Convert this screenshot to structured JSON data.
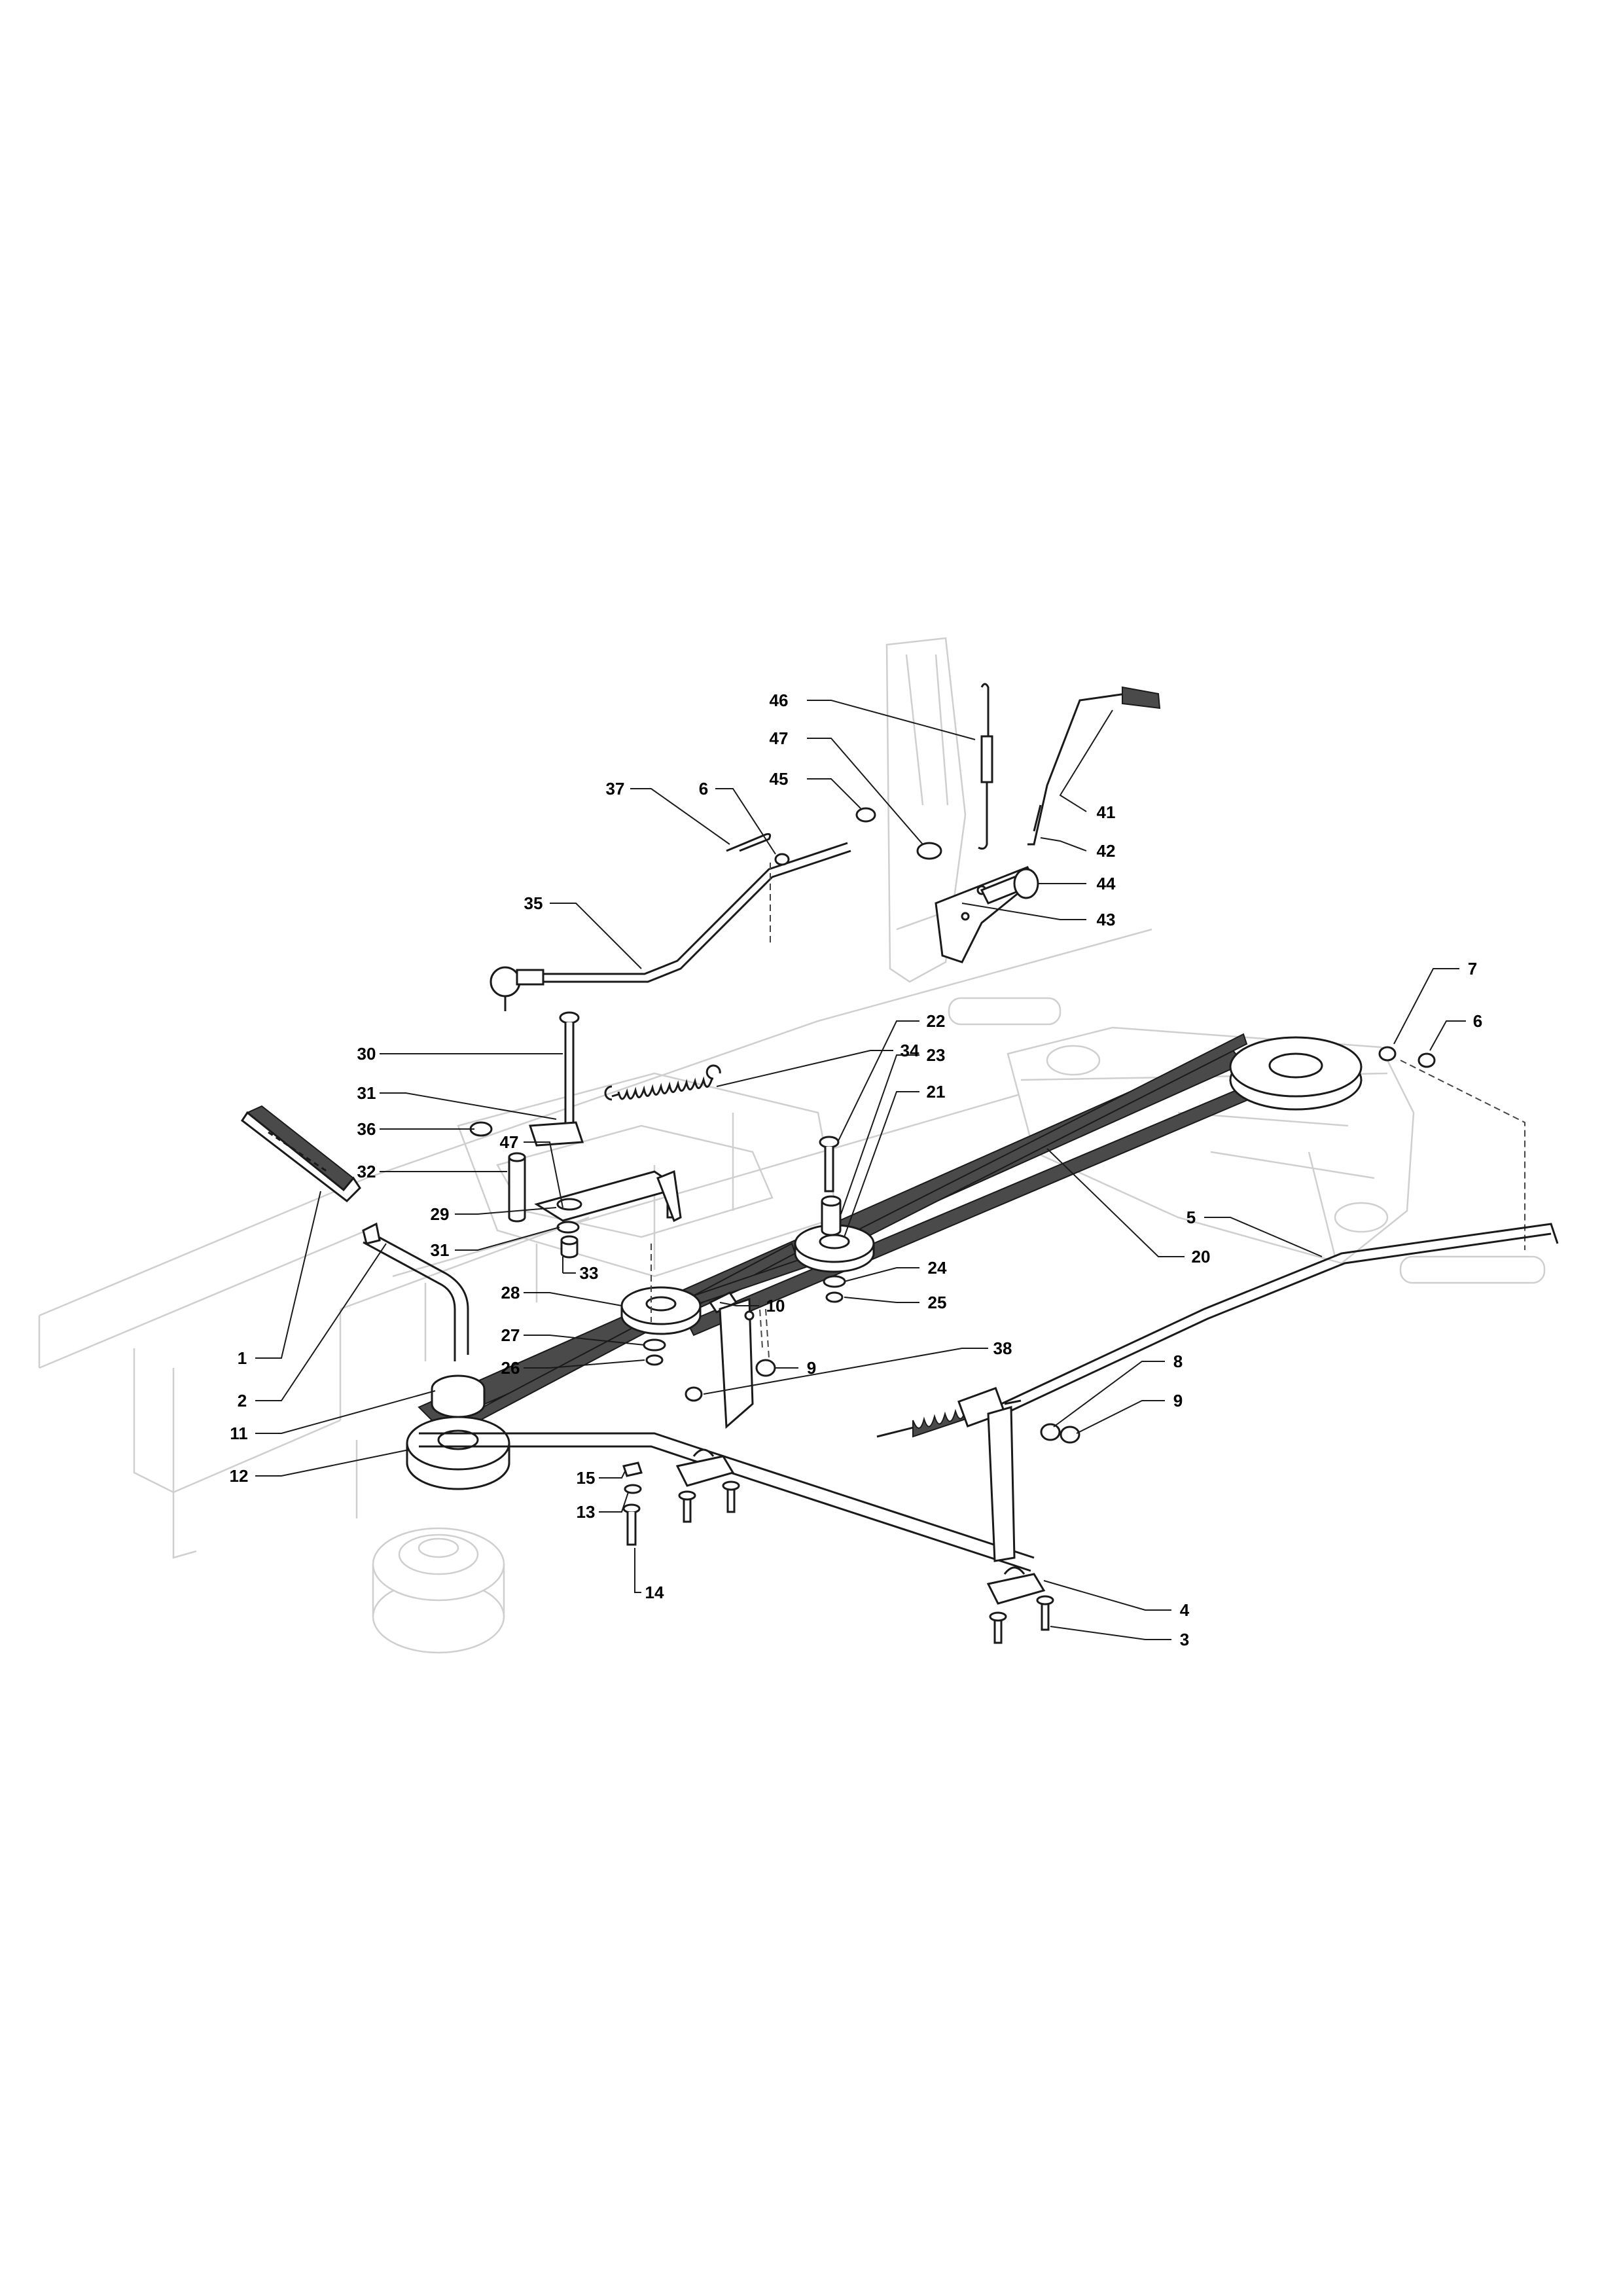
{
  "callouts": [
    {
      "id": "46"
    },
    {
      "id": "47"
    },
    {
      "id": "45"
    },
    {
      "id": "37"
    },
    {
      "id": "6"
    },
    {
      "id": "41"
    },
    {
      "id": "42"
    },
    {
      "id": "44"
    },
    {
      "id": "43"
    },
    {
      "id": "35"
    },
    {
      "id": "7"
    },
    {
      "id": "6"
    },
    {
      "id": "30"
    },
    {
      "id": "34"
    },
    {
      "id": "22"
    },
    {
      "id": "23"
    },
    {
      "id": "31"
    },
    {
      "id": "21"
    },
    {
      "id": "36"
    },
    {
      "id": "47"
    },
    {
      "id": "32"
    },
    {
      "id": "29"
    },
    {
      "id": "31"
    },
    {
      "id": "33"
    },
    {
      "id": "5"
    },
    {
      "id": "20"
    },
    {
      "id": "24"
    },
    {
      "id": "25"
    },
    {
      "id": "28"
    },
    {
      "id": "10"
    },
    {
      "id": "27"
    },
    {
      "id": "26"
    },
    {
      "id": "1"
    },
    {
      "id": "38"
    },
    {
      "id": "9"
    },
    {
      "id": "2"
    },
    {
      "id": "11"
    },
    {
      "id": "8"
    },
    {
      "id": "9"
    },
    {
      "id": "12"
    },
    {
      "id": "15"
    },
    {
      "id": "13"
    },
    {
      "id": "14"
    },
    {
      "id": "4"
    },
    {
      "id": "3"
    }
  ]
}
